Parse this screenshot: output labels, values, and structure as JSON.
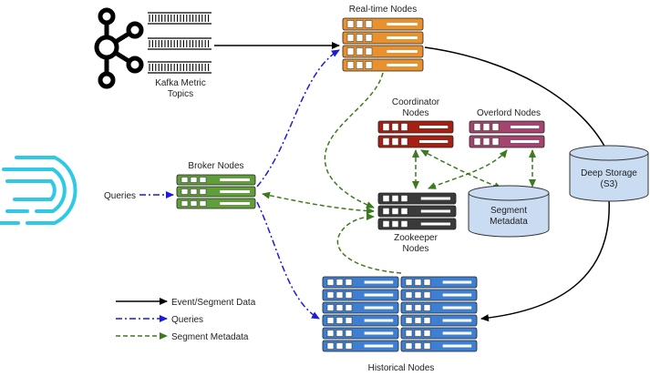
{
  "colors": {
    "realtime": "#e8922f",
    "coordinator": "#a32013",
    "overlord": "#a3456e",
    "broker": "#5f9e3b",
    "zookeeper": "#3a3a3a",
    "historical": "#3e7fd1",
    "storage_fill": "#c9dcf2",
    "edge_event": "#000000",
    "edge_query": "#1a1ae0",
    "edge_meta": "#3d7a1f",
    "druid_logo": "#2fc9e6"
  },
  "nodes": {
    "realtime": {
      "label": "Real-time Nodes"
    },
    "coordinator": {
      "label_line1": "Coordinator",
      "label_line2": "Nodes"
    },
    "overlord": {
      "label": "Overlord Nodes"
    },
    "broker": {
      "label": "Broker Nodes"
    },
    "zookeeper": {
      "label_line1": "Zookeeper",
      "label_line2": "Nodes"
    },
    "historical": {
      "label": "Historical Nodes"
    },
    "kafka": {
      "label_line1": "Kafka Metric",
      "label_line2": "Topics",
      "icon": "kafka-logo-icon"
    },
    "deep_storage": {
      "label_line1": "Deep Storage",
      "label_line2": "(S3)"
    },
    "segment_metadata": {
      "label_line1": "Segment",
      "label_line2": "Metadata"
    },
    "queries": {
      "label": "Queries"
    },
    "druid": {
      "icon": "druid-logo-icon"
    }
  },
  "legend": [
    {
      "label": "Event/Segment Data",
      "style": "solid"
    },
    {
      "label": "Queries",
      "style": "dashdot"
    },
    {
      "label": "Segment Metadata",
      "style": "dashed"
    }
  ]
}
